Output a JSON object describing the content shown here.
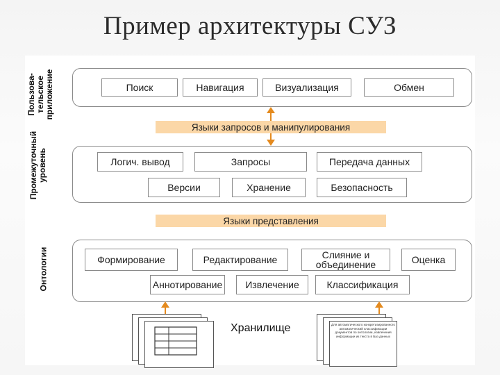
{
  "title": "Пример архитектуры СУЗ",
  "side_labels": {
    "user": [
      "Пользова-",
      "тельское",
      "приложение"
    ],
    "middle": [
      "Промежуточный",
      "уровень"
    ],
    "ontology": [
      "Онтологии"
    ]
  },
  "layers": {
    "user": [
      "Поиск",
      "Навигация",
      "Визуализация",
      "Обмен"
    ],
    "middle_row1": [
      "Логич. вывод",
      "Запросы",
      "Передача данных"
    ],
    "middle_row2": [
      "Версии",
      "Хранение",
      "Безопасность"
    ],
    "ontology_row1": [
      "Формирование",
      "Редактирование",
      "Слияние и\nобъединение",
      "Оценка"
    ],
    "ontology_row2": [
      "Аннотирование",
      "Извлечение",
      "Классификация"
    ]
  },
  "bands": {
    "query_lang": "Языки запросов и манипулирования",
    "repr_lang": "Языки представления"
  },
  "storage": {
    "label": "Хранилище",
    "doc_text": "Для автоматического конкретизированного автоматический классификации документов по онтологии, извлечения информации из текста в Баз данных"
  },
  "colors": {
    "band": "#fbd7a7",
    "arrow": "#e48a1e",
    "border": "#8a8a8a"
  }
}
